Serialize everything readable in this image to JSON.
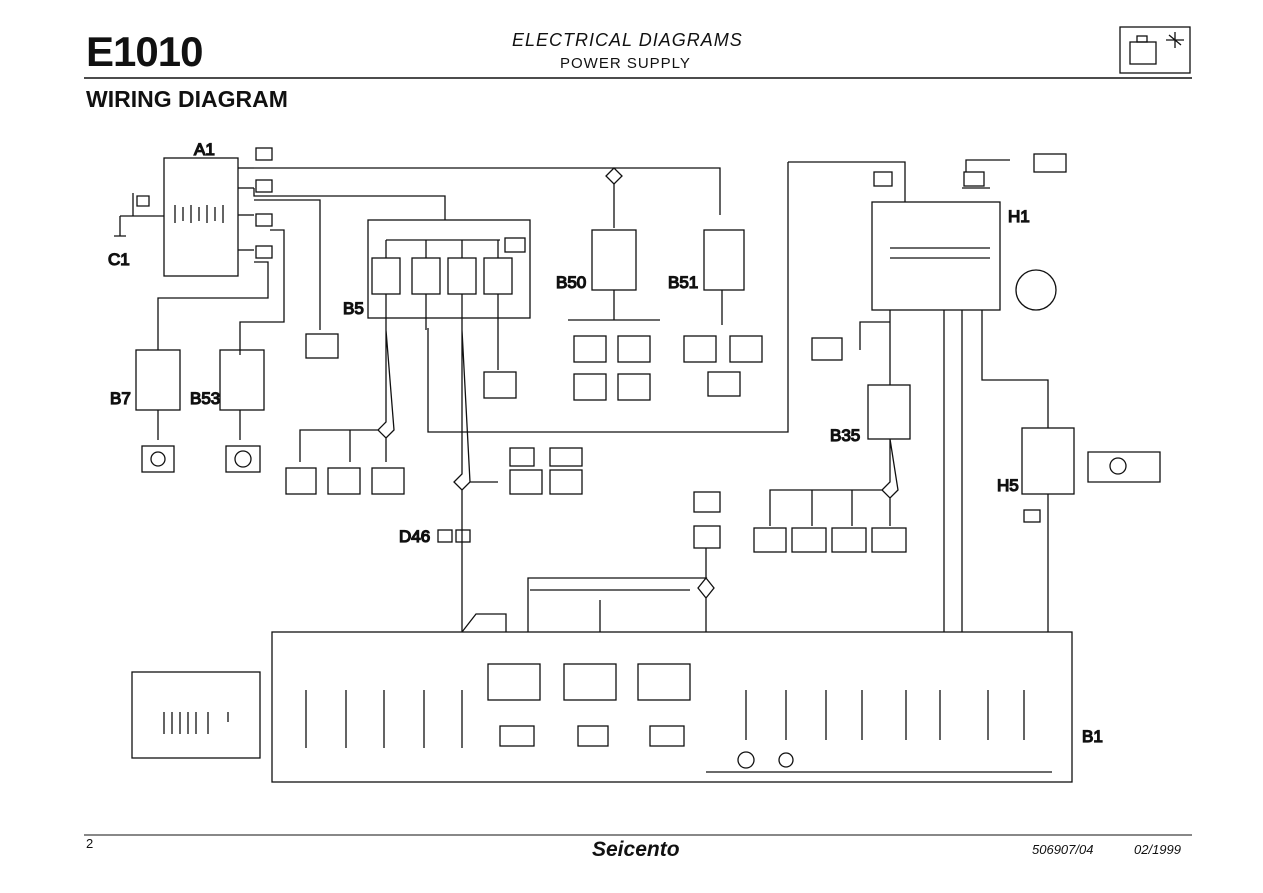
{
  "header": {
    "code": "E1010",
    "section": "ELECTRICAL DIAGRAMS",
    "subsection": "POWER SUPPLY",
    "heading": "WIRING DIAGRAM"
  },
  "components": {
    "A1": "A1",
    "C1": "C1",
    "B5": "B5",
    "B50": "B50",
    "B51": "B51",
    "H1": "H1",
    "B7": "B7",
    "B53": "B53",
    "B35": "B35",
    "H5": "H5",
    "D46": "D46",
    "B1": "B1"
  },
  "footer": {
    "page": "2",
    "brand": "Seicento",
    "doc_ref": "506907/04",
    "date": "02/1999"
  },
  "colors": {
    "ink": "#111111",
    "paper": "#ffffff"
  }
}
